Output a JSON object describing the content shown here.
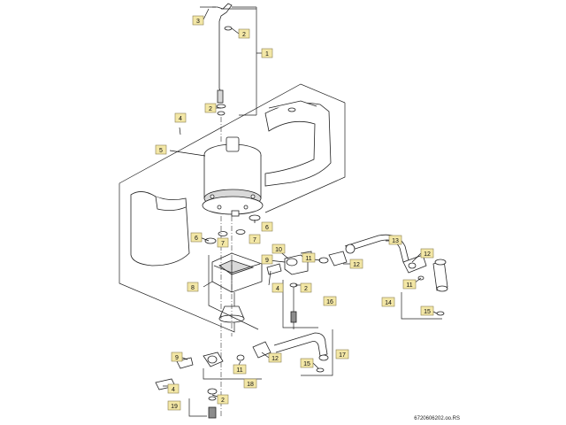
{
  "callouts": [
    {
      "id": "c3",
      "label": "3"
    },
    {
      "id": "c2a",
      "label": "2"
    },
    {
      "id": "c1",
      "label": "1"
    },
    {
      "id": "c2b",
      "label": "2"
    },
    {
      "id": "c4a",
      "label": "4"
    },
    {
      "id": "c5",
      "label": "5"
    },
    {
      "id": "c6a",
      "label": "6"
    },
    {
      "id": "c6b",
      "label": "6"
    },
    {
      "id": "c7a",
      "label": "7"
    },
    {
      "id": "c7b",
      "label": "7"
    },
    {
      "id": "c8",
      "label": "8"
    },
    {
      "id": "c10",
      "label": "10"
    },
    {
      "id": "c9a",
      "label": "9"
    },
    {
      "id": "c11a",
      "label": "11"
    },
    {
      "id": "c12a",
      "label": "12"
    },
    {
      "id": "c13",
      "label": "13"
    },
    {
      "id": "c12b",
      "label": "12"
    },
    {
      "id": "c4b",
      "label": "4"
    },
    {
      "id": "c2c",
      "label": "2"
    },
    {
      "id": "c16",
      "label": "16"
    },
    {
      "id": "c11b",
      "label": "11"
    },
    {
      "id": "c14",
      "label": "14"
    },
    {
      "id": "c15a",
      "label": "15"
    },
    {
      "id": "c9b",
      "label": "9"
    },
    {
      "id": "c12c",
      "label": "12"
    },
    {
      "id": "c17",
      "label": "17"
    },
    {
      "id": "c15b",
      "label": "15"
    },
    {
      "id": "c11c",
      "label": "11"
    },
    {
      "id": "c18",
      "label": "18"
    },
    {
      "id": "c4c",
      "label": "4"
    },
    {
      "id": "c2d",
      "label": "2"
    },
    {
      "id": "c19",
      "label": "19"
    }
  ],
  "reference_code": "6720606202.oo.RS",
  "colors": {
    "callout_fill": "#f3e7a6",
    "line": "#222222",
    "background": "#ffffff"
  }
}
